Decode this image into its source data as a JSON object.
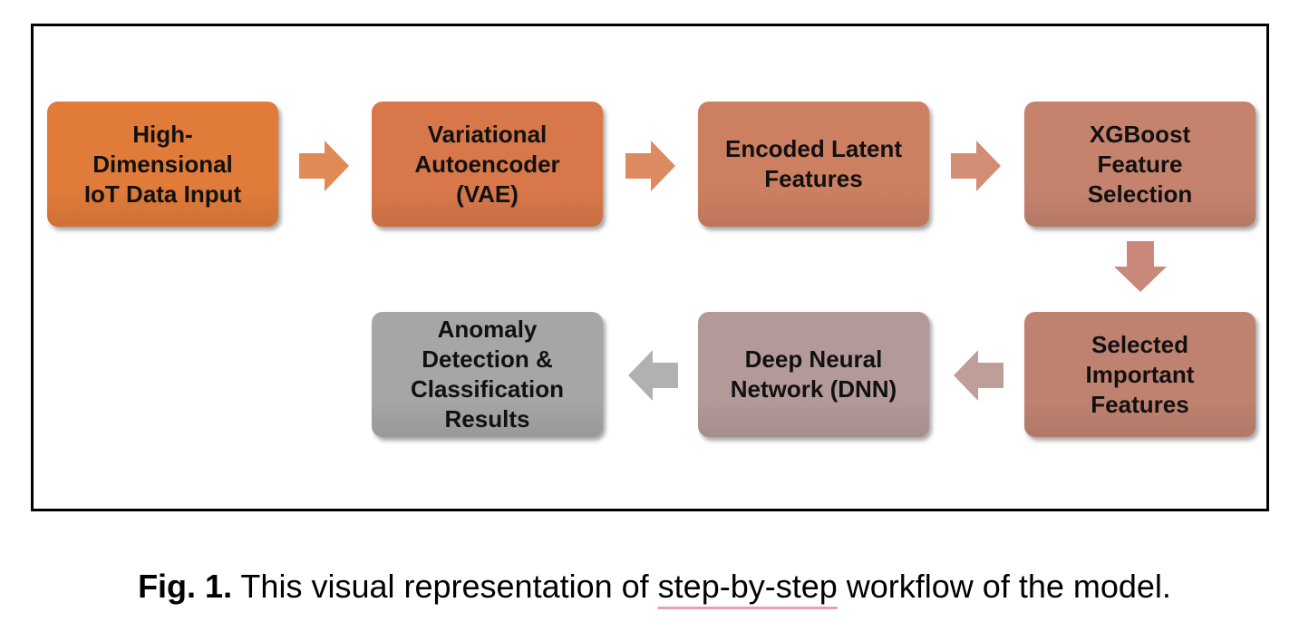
{
  "nodes": [
    {
      "id": "input",
      "label": "High-\nDimensional\nIoT Data Input",
      "color": "#e07b3a"
    },
    {
      "id": "vae",
      "label": "Variational\nAutoencoder\n(VAE)",
      "color": "#d8784a"
    },
    {
      "id": "latent",
      "label": "Encoded Latent\nFeatures",
      "color": "#cd7f62"
    },
    {
      "id": "xgb",
      "label": "XGBoost\nFeature\nSelection",
      "color": "#c5836e"
    },
    {
      "id": "selected",
      "label": "Selected\nImportant\nFeatures",
      "color": "#c08270"
    },
    {
      "id": "dnn",
      "label": "Deep Neural\nNetwork (DNN)",
      "color": "#b39a99"
    },
    {
      "id": "results",
      "label": "Anomaly\nDetection &\nClassification\nResults",
      "color": "#a6a6a6"
    }
  ],
  "edges": [
    {
      "from": "input",
      "to": "vae"
    },
    {
      "from": "vae",
      "to": "latent"
    },
    {
      "from": "latent",
      "to": "xgb"
    },
    {
      "from": "xgb",
      "to": "selected"
    },
    {
      "from": "selected",
      "to": "dnn"
    },
    {
      "from": "dnn",
      "to": "results"
    }
  ],
  "caption": {
    "prefix": "Fig. 1.",
    "text_before": " This visual representation of ",
    "underlined": "step-by-step",
    "text_after": " workflow of the model."
  }
}
